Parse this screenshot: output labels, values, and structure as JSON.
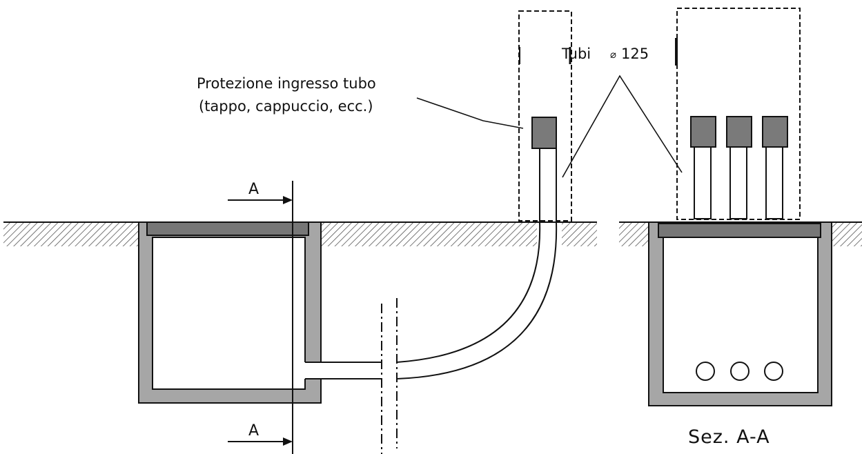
{
  "labels": {
    "protection_line1": "Protezione ingresso tubo",
    "protection_line2": "(tappo, cappuccio, ecc.)",
    "pipes_text": "Tubi",
    "diameter_symbol": "⌀",
    "diameter_value": "125",
    "section_marker_top": "A",
    "section_marker_bottom": "A",
    "section_caption": "Sez. A-A"
  },
  "colors": {
    "concrete": "#a6a6a6",
    "cover": "#777777",
    "cap": "#7a7a7a",
    "ink": "#111111",
    "hatch": "#555555"
  },
  "section_view": {
    "pipe_count": 3,
    "conduit_circles": 3
  }
}
